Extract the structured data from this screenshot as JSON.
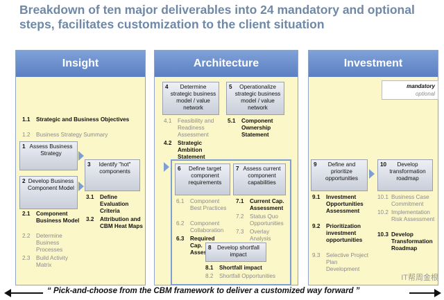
{
  "headline": "Breakdown of ten major deliverables into 24 mandatory and optional steps, facilitates customization to the client situation",
  "legend": {
    "mandatory": "mandatory",
    "optional": "optional"
  },
  "columns": {
    "insight": "Insight",
    "architecture": "Architecture",
    "investment": "Investment"
  },
  "insight": {
    "steps_top": [
      {
        "n": "1.1",
        "t": "Strategic and Business Objectives",
        "kind": "mandatory"
      },
      {
        "n": "1.2",
        "t": "Business Strategy Summary",
        "kind": "optional"
      }
    ],
    "box1": {
      "n": "1",
      "t": "Assess Business Strategy"
    },
    "box2": {
      "n": "2",
      "t": "Develop Business Component Model"
    },
    "box3": {
      "n": "3",
      "t": "Identify \"hot\" components"
    },
    "steps_2": [
      {
        "n": "2.1",
        "t": "Component Business Model",
        "kind": "mandatory"
      },
      {
        "n": "2.2",
        "t": "Determine Business Processes",
        "kind": "optional"
      },
      {
        "n": "2.3",
        "t": "Build Activity Matrix",
        "kind": "optional"
      }
    ],
    "steps_3": [
      {
        "n": "3.1",
        "t": "Define Evaluation Criteria",
        "kind": "mandatory"
      },
      {
        "n": "3.2",
        "t": "Attribution and CBM Heat Maps",
        "kind": "mandatory"
      }
    ]
  },
  "architecture": {
    "box4": {
      "n": "4",
      "t": "Determine strategic business model / value network"
    },
    "box5": {
      "n": "5",
      "t": "Operationalize strategic business model / value network"
    },
    "steps_4": [
      {
        "n": "4.1",
        "t": "Feasibility and Readiness Assessment",
        "kind": "optional"
      },
      {
        "n": "4.2",
        "t": "Strategic Ambition Statement",
        "kind": "mandatory"
      }
    ],
    "steps_5": [
      {
        "n": "5.1",
        "t": "Component Ownership Statement",
        "kind": "mandatory"
      }
    ],
    "box6": {
      "n": "6",
      "t": "Define target component requirements"
    },
    "box7": {
      "n": "7",
      "t": "Assess current component capabilities"
    },
    "box8": {
      "n": "8",
      "t": "Develop shortfall impact"
    },
    "steps_6": [
      {
        "n": "6.1",
        "t": "Component Best Practices",
        "kind": "optional"
      },
      {
        "n": "6.2",
        "t": "Component Collaboration",
        "kind": "optional"
      },
      {
        "n": "6.3",
        "t": "Required Cap. Assessment",
        "kind": "mandatory"
      }
    ],
    "steps_7": [
      {
        "n": "7.1",
        "t": "Current Cap. Assessment",
        "kind": "mandatory"
      },
      {
        "n": "7.2",
        "t": "Status Quo Opportunities",
        "kind": "optional"
      },
      {
        "n": "7.3",
        "t": "Overlay Analysis",
        "kind": "optional"
      }
    ],
    "steps_8": [
      {
        "n": "8.1",
        "t": "Shortfall impact",
        "kind": "mandatory"
      },
      {
        "n": "8.2",
        "t": "Shortfall Opportunities",
        "kind": "optional"
      }
    ]
  },
  "investment": {
    "box9": {
      "n": "9",
      "t": "Define and prioritize opportunities"
    },
    "box10": {
      "n": "10",
      "t": "Develop transformation roadmap"
    },
    "steps_9": [
      {
        "n": "9.1",
        "t": "Investment Opportunities Assessment",
        "kind": "mandatory"
      },
      {
        "n": "9.2",
        "t": "Prioritization investment opportunities",
        "kind": "mandatory"
      },
      {
        "n": "9.3",
        "t": "Selective Project Plan Development",
        "kind": "optional"
      }
    ],
    "steps_10": [
      {
        "n": "10.1",
        "t": "Business Case Commitment",
        "kind": "optional"
      },
      {
        "n": "10.2",
        "t": "Implementation Risk Assessment",
        "kind": "optional"
      },
      {
        "n": "10.3",
        "t": "Develop Transformation Roadmap",
        "kind": "mandatory"
      }
    ]
  },
  "footer": "“ Pick-and-choose from the CBM framework to deliver a customized way forward ”",
  "watermark": "IT帮周金根"
}
